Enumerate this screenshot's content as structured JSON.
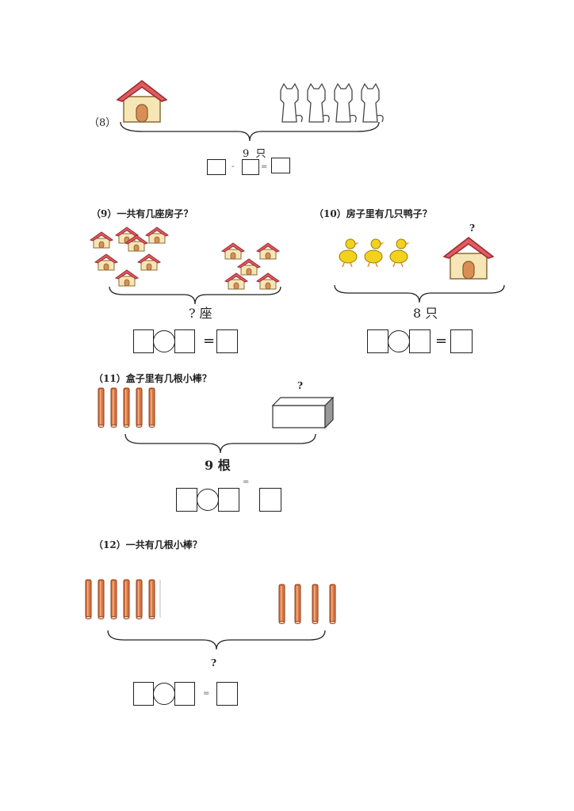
{
  "problems": {
    "p8": {
      "number": "（8）",
      "total_text": "9  只"
    },
    "p9": {
      "title": "（9）一共有几座房子？",
      "unknown_text": "? 座"
    },
    "p10": {
      "title": "（10）房子里有几只鸭子？",
      "question_mark": "?",
      "total_text": "8 只"
    },
    "p11": {
      "title": "（11）盒子里有几根小棒？",
      "question_mark": "?",
      "total_text": "9 根",
      "equals": "="
    },
    "p12": {
      "title": "（12）一共有几根小棒？",
      "unknown_text": "?",
      "equals": "="
    }
  },
  "operators": {
    "minus": "-",
    "equals": "="
  },
  "colors": {
    "roof": "#e05a5f",
    "wall": "#f7e6b5",
    "stick": "#d9763f",
    "duck": "#f2d21c"
  }
}
